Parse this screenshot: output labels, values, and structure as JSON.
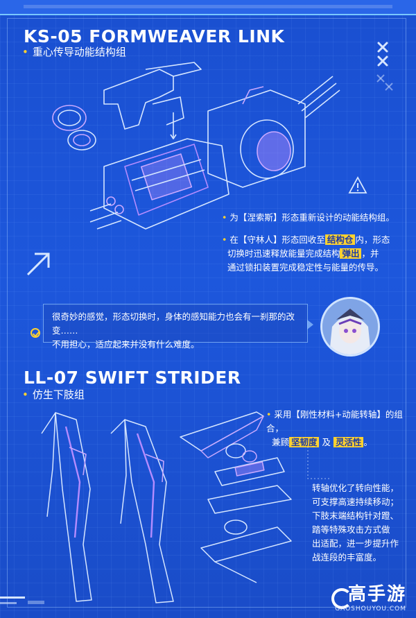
{
  "section1": {
    "title": "KS-05 FORMWEAVER LINK",
    "subtitle": "重心传导动能结构组",
    "note1": "为【涅索斯】形态重新设计的动能结构组。",
    "note2_a": "在【守林人】形态回收至",
    "note2_hl1": "结构仓",
    "note2_b": "内，形态",
    "note2_c": "切换时迅速释放能量完成结构",
    "note2_hl2": "弹出",
    "note2_d": "，并",
    "note2_e": "通过锁扣装置完成稳定性与能量的传导。"
  },
  "dialogue": {
    "line1": "很奇妙的感觉，形态切换时，身体的感知能力也会有一刹那的改变……",
    "line2": "不用担心，适应起来并没有什么难度。"
  },
  "section2": {
    "title": "LL-07 SWIFT STRIDER",
    "subtitle": "仿生下肢组",
    "note1_a": "采用【刚性材料+动能转轴】的组合，",
    "note1_b": "兼顾",
    "note1_hl1": "坚韧度",
    "note1_c": "及",
    "note1_hl2": "灵活性",
    "note1_d": "。",
    "note2_lines": [
      "转轴优化了转向性能，",
      "可支撑高速持续移动；",
      "下肢末端结构针对蹬、",
      "踏等特殊攻击方式做",
      "出适配，进一步提升作",
      "战连段的丰富度。"
    ]
  },
  "watermark": {
    "name": "高手游",
    "url": "GAOSHOUYOU.COM"
  },
  "colors": {
    "background": "#1d57dc",
    "accent": "#ffd230",
    "line": "#cfe3ff",
    "glow": "#b48cff"
  }
}
